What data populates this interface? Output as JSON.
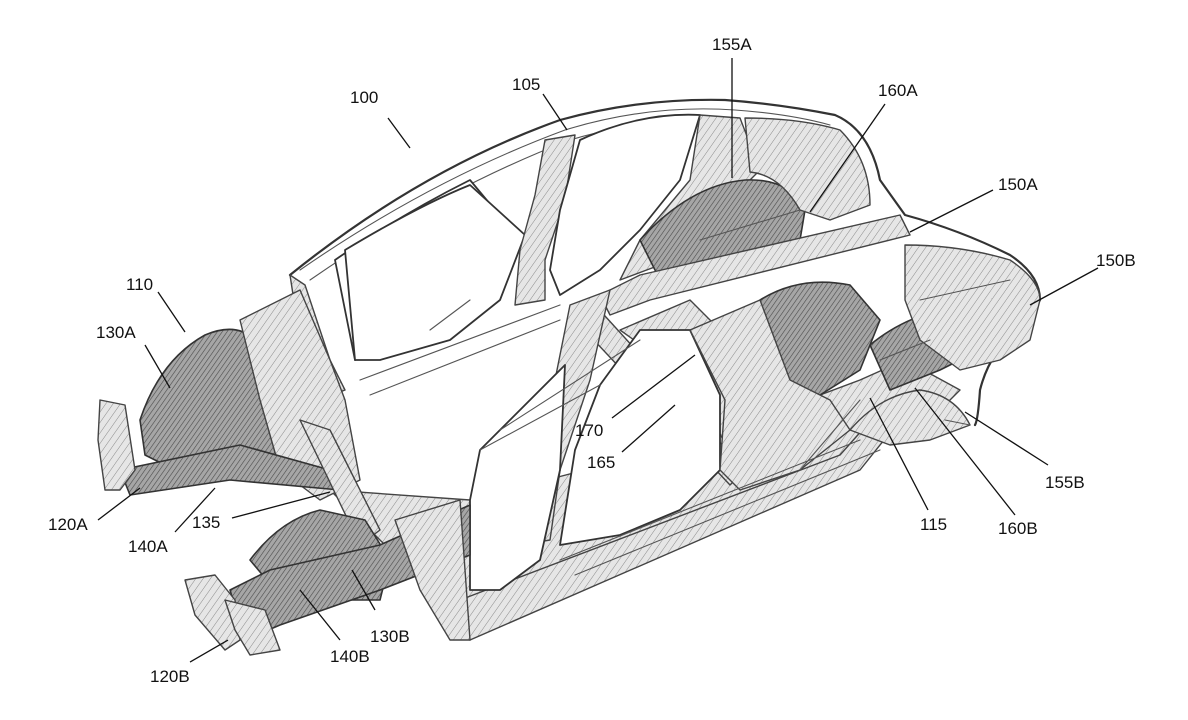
{
  "labels": {
    "l100": "100",
    "l105": "105",
    "l110": "110",
    "l115": "115",
    "l120A": "120A",
    "l120B": "120B",
    "l130A": "130A",
    "l130B": "130B",
    "l135": "135",
    "l140A": "140A",
    "l140B": "140B",
    "l150A": "150A",
    "l150B": "150B",
    "l155A": "155A",
    "l155B": "155B",
    "l160A": "160A",
    "l160B": "160B",
    "l165": "165",
    "l170": "170"
  }
}
